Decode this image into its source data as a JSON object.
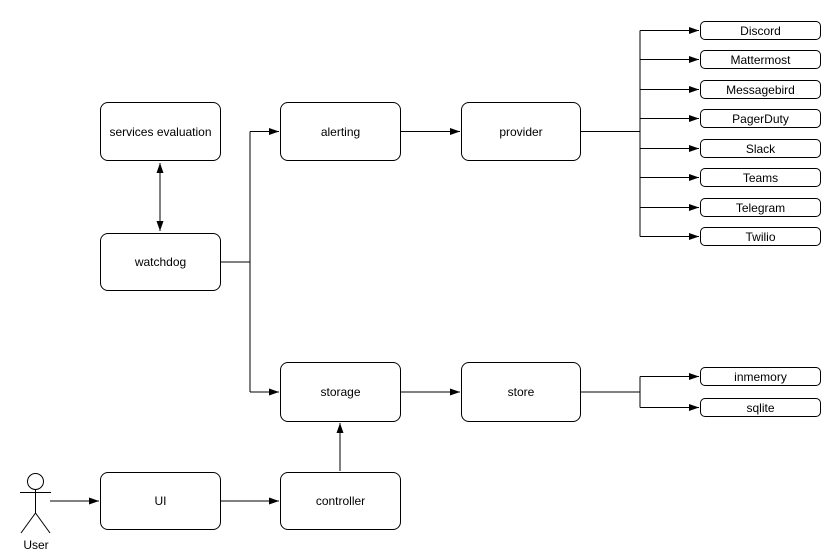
{
  "diagram": {
    "background_color": "#ffffff",
    "stroke_color": "#000000",
    "node_fill_color": "#ffffff",
    "text_color": "#000000",
    "nodes": {
      "services_evaluation": {
        "label": "services evaluation"
      },
      "watchdog": {
        "label": "watchdog"
      },
      "alerting": {
        "label": "alerting"
      },
      "provider": {
        "label": "provider"
      },
      "storage": {
        "label": "storage"
      },
      "store": {
        "label": "store"
      },
      "ui": {
        "label": "UI"
      },
      "controller": {
        "label": "controller"
      }
    },
    "provider_targets": [
      "Discord",
      "Mattermost",
      "Messagebird",
      "PagerDuty",
      "Slack",
      "Teams",
      "Telegram",
      "Twilio"
    ],
    "store_targets": [
      "inmemory",
      "sqlite"
    ],
    "actor": {
      "label": "User"
    }
  }
}
